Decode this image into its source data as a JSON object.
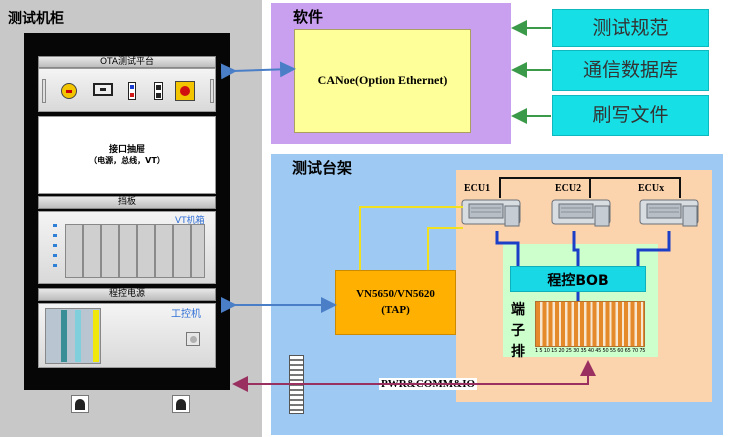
{
  "cabinet": {
    "title": "测试机柜",
    "ota_platform_label": "OTA测试平台",
    "interface_drawer_line1": "接口抽屉",
    "interface_drawer_line2": "（电源，总线，VT）",
    "baffle_label": "挡板",
    "vt_chassis_label": "VT机箱",
    "programmable_power_label": "程控电源",
    "ipc_label": "工控机"
  },
  "software": {
    "title": "软件",
    "tool_label": "CANoe(Option Ethernet)"
  },
  "inputs": [
    {
      "label": "测试规范"
    },
    {
      "label": "通信数据库"
    },
    {
      "label": "刷写文件"
    }
  ],
  "testbench": {
    "title": "测试台架",
    "ecus": [
      {
        "label": "ECU1"
      },
      {
        "label": "ECU2"
      },
      {
        "label": "ECUx"
      }
    ],
    "bob_label": "程控BOB",
    "terminal_label": "端子排",
    "terminal_numbers": "1 5 10 15 20 25 30 35 40 45 50 55 60 65 70 75 80 85",
    "vn_line1": "VN5650/VN5620",
    "vn_line2": "(TAP)"
  },
  "harness_label": "PWR&COMM&IO",
  "colors": {
    "cabinet_bg": "#c8c8c8",
    "software_bg": "#c9a0f0",
    "software_inner": "#ffff99",
    "input_box": "#16dfe6",
    "testbench_bg": "#9ec9f2",
    "ecu_area": "#fbd3ad",
    "terminal_area": "#ccffcc",
    "bob_box": "#19d8e6",
    "vn_box": "#ffb000",
    "arrow_blue": "#4a7fc8",
    "arrow_green": "#3a9a4a",
    "harness": "#9a3060"
  }
}
